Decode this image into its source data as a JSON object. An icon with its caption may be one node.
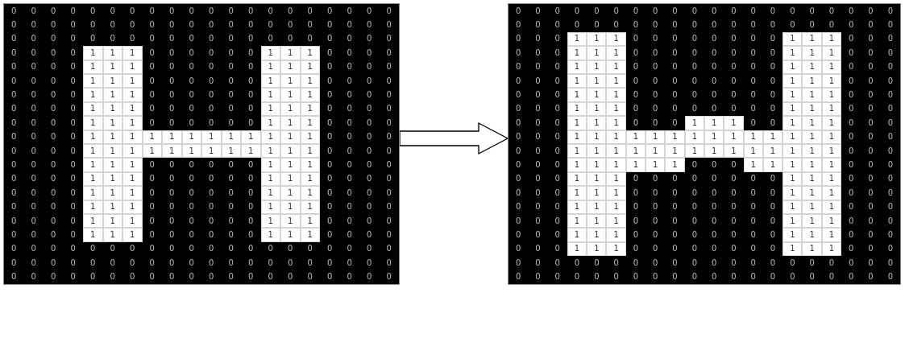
{
  "diagram": {
    "nodes": [
      {
        "text": [
          "0",
          "0",
          "0",
          "0",
          "0",
          "0",
          "0",
          "0",
          "0",
          "0",
          "0",
          "0",
          "0",
          "0",
          "0",
          "0",
          "0",
          "0",
          "0",
          "0",
          "0",
          "0",
          "0",
          "0",
          "0",
          "0",
          "0",
          "0",
          "0",
          "0",
          "0",
          "0",
          "0",
          "0",
          "0",
          "0",
          "0",
          "0",
          "0",
          "0",
          "0",
          "0",
          "0",
          "0",
          "0",
          "0",
          "0",
          "0",
          "0",
          "0",
          "0",
          "0",
          "0",
          "0",
          "0",
          "0",
          "0",
          "0",
          "0",
          "0",
          "0",
          "0",
          "0",
          "0",
          "1",
          "1",
          "1",
          "0",
          "0",
          "0",
          "0",
          "0",
          "0",
          "1",
          "1",
          "1",
          "0",
          "0",
          "0",
          "0",
          "0",
          "0",
          "0",
          "0",
          "1",
          "1",
          "1",
          "0",
          "0",
          "0",
          "0",
          "0",
          "0",
          "1",
          "1",
          "1",
          "0",
          "0",
          "0",
          "0",
          "0",
          "0",
          "0",
          "0",
          "1",
          "1",
          "1",
          "0",
          "0",
          "0",
          "0",
          "0",
          "0",
          "1",
          "1",
          "1",
          "0",
          "0",
          "0",
          "0",
          "0",
          "0",
          "0",
          "0",
          "1",
          "1",
          "1",
          "0",
          "0",
          "0",
          "0",
          "0",
          "0",
          "1",
          "1",
          "1",
          "0",
          "0",
          "0",
          "0",
          "0",
          "0",
          "0",
          "0",
          "1",
          "1",
          "1",
          "0",
          "0",
          "0",
          "0",
          "0",
          "0",
          "1",
          "1",
          "1",
          "0",
          "0",
          "0",
          "0",
          "0",
          "0",
          "0",
          "0",
          "1",
          "1",
          "1",
          "0",
          "0",
          "0",
          "0",
          "0",
          "0",
          "1",
          "1",
          "1",
          "0",
          "0",
          "0",
          "0",
          "0",
          "0",
          "0",
          "0",
          "1",
          "1",
          "1",
          "1",
          "1",
          "1",
          "1",
          "1",
          "1",
          "1",
          "1",
          "1",
          "0",
          "0",
          "0",
          "0",
          "0",
          "0",
          "0",
          "0",
          "1",
          "1",
          "1",
          "1",
          "1",
          "1",
          "1",
          "1",
          "1",
          "1",
          "1",
          "1",
          "0",
          "0",
          "0",
          "0",
          "0",
          "0",
          "0",
          "0",
          "1",
          "1",
          "1",
          "0",
          "0",
          "0",
          "0",
          "0",
          "0",
          "1",
          "1",
          "1",
          "0",
          "0",
          "0",
          "0",
          "0",
          "0",
          "0",
          "0",
          "1",
          "1",
          "1",
          "0",
          "0",
          "0",
          "0",
          "0",
          "0",
          "1",
          "1",
          "1",
          "0",
          "0",
          "0",
          "0",
          "0",
          "0",
          "0",
          "0",
          "1",
          "1",
          "1",
          "0",
          "0",
          "0",
          "0",
          "0",
          "0",
          "1",
          "1",
          "1",
          "0",
          "0",
          "0",
          "0",
          "0",
          "0",
          "0",
          "0",
          "1",
          "1",
          "1",
          "0",
          "0",
          "0",
          "0",
          "0",
          "0",
          "1",
          "1",
          "1",
          "0",
          "0",
          "0",
          "0",
          "0",
          "0",
          "0",
          "0",
          "1",
          "1",
          "1",
          "0",
          "0",
          "0",
          "0",
          "0",
          "0",
          "1",
          "1",
          "1",
          "0",
          "0",
          "0",
          "0",
          "0",
          "0",
          "0",
          "0",
          "1",
          "1",
          "1",
          "0",
          "0",
          "0",
          "0",
          "0",
          "0",
          "1",
          "1",
          "1",
          "0",
          "0",
          "0",
          "0",
          "0",
          "0",
          "0",
          "0",
          "0",
          "0",
          "0",
          "0",
          "0",
          "0",
          "0",
          "0",
          "0",
          "0",
          "0",
          "0",
          "0",
          "0",
          "0",
          "0",
          "0",
          "0",
          "0",
          "0",
          "0",
          "0",
          "0",
          "0",
          "0",
          "0",
          "0",
          "0",
          "0",
          "0",
          "0",
          "0",
          "0",
          "0",
          "0",
          "0",
          "0",
          "0",
          "0",
          "0",
          "0",
          "0",
          "0",
          "0",
          "0",
          "0",
          "0",
          "0",
          "0",
          "0",
          "0",
          "0",
          "0",
          "0",
          "0",
          "0"
        ]
      },
      {
        "text": [
          "0",
          "0",
          "0",
          "0",
          "0",
          "0",
          "0",
          "0",
          "0",
          "0",
          "0",
          "0",
          "0",
          "0",
          "0",
          "0",
          "0",
          "0",
          "0",
          "0",
          "0",
          "0",
          "0",
          "0",
          "0",
          "0",
          "0",
          "0",
          "0",
          "0",
          "0",
          "0",
          "0",
          "0",
          "0",
          "0",
          "0",
          "0",
          "0",
          "0",
          "0",
          "0",
          "0",
          "1",
          "1",
          "1",
          "0",
          "0",
          "0",
          "0",
          "0",
          "0",
          "0",
          "0",
          "1",
          "1",
          "1",
          "0",
          "0",
          "0",
          "0",
          "0",
          "0",
          "1",
          "1",
          "1",
          "0",
          "0",
          "0",
          "0",
          "0",
          "0",
          "0",
          "0",
          "1",
          "1",
          "1",
          "0",
          "0",
          "0",
          "0",
          "0",
          "0",
          "1",
          "1",
          "1",
          "0",
          "0",
          "0",
          "0",
          "0",
          "0",
          "0",
          "0",
          "1",
          "1",
          "1",
          "0",
          "0",
          "0",
          "0",
          "0",
          "0",
          "1",
          "1",
          "1",
          "0",
          "0",
          "0",
          "0",
          "0",
          "0",
          "0",
          "0",
          "1",
          "1",
          "1",
          "0",
          "0",
          "0",
          "0",
          "0",
          "0",
          "1",
          "1",
          "1",
          "0",
          "0",
          "0",
          "0",
          "0",
          "0",
          "0",
          "0",
          "1",
          "1",
          "1",
          "0",
          "0",
          "0",
          "0",
          "0",
          "0",
          "1",
          "1",
          "1",
          "0",
          "0",
          "0",
          "0",
          "0",
          "0",
          "0",
          "0",
          "1",
          "1",
          "1",
          "0",
          "0",
          "0",
          "0",
          "0",
          "0",
          "1",
          "1",
          "1",
          "0",
          "0",
          "0",
          "1",
          "1",
          "1",
          "0",
          "0",
          "1",
          "1",
          "1",
          "0",
          "0",
          "0",
          "0",
          "0",
          "0",
          "1",
          "1",
          "1",
          "1",
          "1",
          "1",
          "1",
          "1",
          "1",
          "1",
          "1",
          "1",
          "1",
          "1",
          "0",
          "0",
          "0",
          "0",
          "0",
          "0",
          "1",
          "1",
          "1",
          "1",
          "1",
          "1",
          "1",
          "1",
          "1",
          "1",
          "1",
          "1",
          "1",
          "1",
          "0",
          "0",
          "0",
          "0",
          "0",
          "0",
          "1",
          "1",
          "1",
          "1",
          "1",
          "1",
          "0",
          "0",
          "0",
          "1",
          "1",
          "1",
          "1",
          "1",
          "0",
          "0",
          "0",
          "0",
          "0",
          "0",
          "1",
          "1",
          "1",
          "0",
          "0",
          "0",
          "0",
          "0",
          "0",
          "0",
          "0",
          "1",
          "1",
          "1",
          "0",
          "0",
          "0",
          "0",
          "0",
          "0",
          "1",
          "1",
          "1",
          "0",
          "0",
          "0",
          "0",
          "0",
          "0",
          "0",
          "0",
          "1",
          "1",
          "1",
          "0",
          "0",
          "0",
          "0",
          "0",
          "0",
          "1",
          "1",
          "1",
          "0",
          "0",
          "0",
          "0",
          "0",
          "0",
          "0",
          "0",
          "1",
          "1",
          "1",
          "0",
          "0",
          "0",
          "0",
          "0",
          "0",
          "1",
          "1",
          "1",
          "0",
          "0",
          "0",
          "0",
          "0",
          "0",
          "0",
          "0",
          "1",
          "1",
          "1",
          "0",
          "0",
          "0",
          "0",
          "0",
          "0",
          "1",
          "1",
          "1",
          "0",
          "0",
          "0",
          "0",
          "0",
          "0",
          "0",
          "0",
          "1",
          "1",
          "1",
          "0",
          "0",
          "0",
          "0",
          "0",
          "0",
          "1",
          "1",
          "1",
          "0",
          "0",
          "0",
          "0",
          "0",
          "0",
          "0",
          "0",
          "1",
          "1",
          "1",
          "0",
          "0",
          "0",
          "0",
          "0",
          "0",
          "0",
          "0",
          "0",
          "0",
          "0",
          "0",
          "0",
          "0",
          "0",
          "0",
          "0",
          "0",
          "0",
          "0",
          "0",
          "0",
          "0",
          "0",
          "0",
          "0",
          "0",
          "0",
          "0",
          "0",
          "0",
          "0",
          "0",
          "0",
          "0",
          "0",
          "0",
          "0",
          "0",
          "0",
          "0",
          "0",
          "0"
        ]
      }
    ],
    "edges": [
      {
        "from": 0,
        "to": 1,
        "arrow": "to"
      }
    ]
  }
}
